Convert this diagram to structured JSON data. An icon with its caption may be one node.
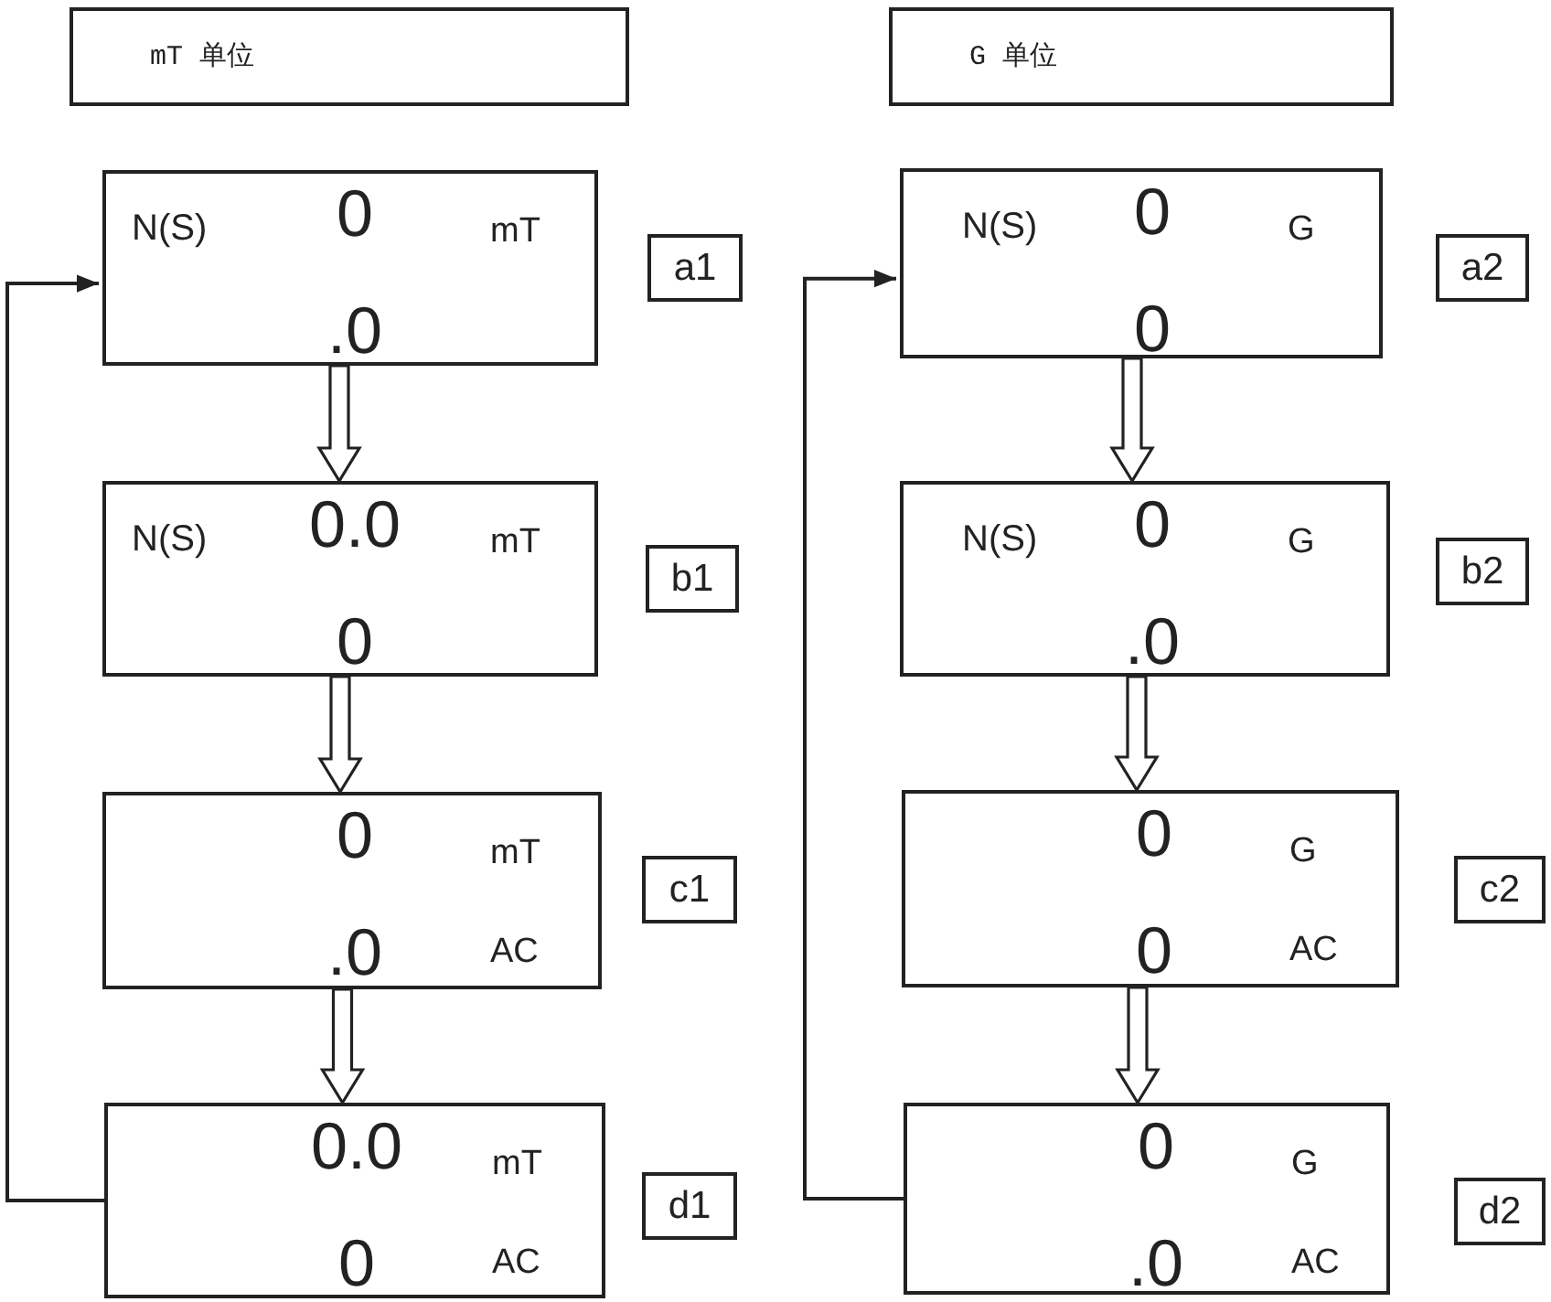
{
  "diagram": {
    "nodes": [
      {
        "text": [
          "mT 单位"
        ]
      },
      {
        "text": [
          "G 单位"
        ]
      },
      {
        "text": [
          "N(S)",
          "0",
          "mT",
          ".0"
        ]
      },
      {
        "text": [
          "a1"
        ]
      },
      {
        "text": [
          "N(S)",
          "0.0",
          "mT",
          "0"
        ]
      },
      {
        "text": [
          "b1"
        ]
      },
      {
        "text": [
          "0",
          "mT",
          ".0",
          "AC"
        ]
      },
      {
        "text": [
          "c1"
        ]
      },
      {
        "text": [
          "0.0",
          "mT",
          "0",
          "AC"
        ]
      },
      {
        "text": [
          "d1"
        ]
      },
      {
        "text": [
          "N(S)",
          "0",
          "G",
          "0"
        ]
      },
      {
        "text": [
          "a2"
        ]
      },
      {
        "text": [
          "N(S)",
          "0",
          "G",
          ".0"
        ]
      },
      {
        "text": [
          "b2"
        ]
      },
      {
        "text": [
          "0",
          "G",
          "0",
          "AC"
        ]
      },
      {
        "text": [
          "c2"
        ]
      },
      {
        "text": [
          "0",
          "G",
          ".0",
          "AC"
        ]
      },
      {
        "text": [
          "d2"
        ]
      }
    ],
    "edges": [
      {
        "from": 2,
        "to": 4,
        "arrow": "to"
      },
      {
        "from": 4,
        "to": 6,
        "arrow": "to"
      },
      {
        "from": 6,
        "to": 8,
        "arrow": "to"
      },
      {
        "from": 8,
        "to": 2,
        "arrow": "to"
      },
      {
        "from": 10,
        "to": 12,
        "arrow": "to"
      },
      {
        "from": 12,
        "to": 14,
        "arrow": "to"
      },
      {
        "from": 14,
        "to": 16,
        "arrow": "to"
      },
      {
        "from": 16,
        "to": 10,
        "arrow": "to"
      }
    ]
  }
}
